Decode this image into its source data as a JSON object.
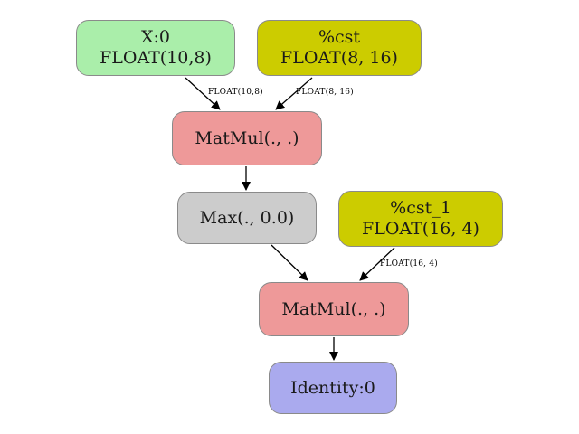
{
  "graph": {
    "nodes": [
      {
        "id": "x0",
        "lines": [
          "X:0",
          "FLOAT(10,8)"
        ],
        "color": "#aaeeaa"
      },
      {
        "id": "cst",
        "lines": [
          "%cst",
          "FLOAT(8, 16)"
        ],
        "color": "#cccc00"
      },
      {
        "id": "matmul1",
        "lines": [
          "MatMul(., .)"
        ],
        "color": "#ee9999"
      },
      {
        "id": "max",
        "lines": [
          "Max(., 0.0)"
        ],
        "color": "#cccccc"
      },
      {
        "id": "cst1",
        "lines": [
          "%cst_1",
          "FLOAT(16, 4)"
        ],
        "color": "#cccc00"
      },
      {
        "id": "matmul2",
        "lines": [
          "MatMul(., .)"
        ],
        "color": "#ee9999"
      },
      {
        "id": "identity",
        "lines": [
          "Identity:0"
        ],
        "color": "#aaaaee"
      }
    ],
    "edges": [
      {
        "from": "x0",
        "to": "matmul1",
        "label": "FLOAT(10,8)"
      },
      {
        "from": "cst",
        "to": "matmul1",
        "label": "FLOAT(8, 16)"
      },
      {
        "from": "matmul1",
        "to": "max",
        "label": ""
      },
      {
        "from": "max",
        "to": "matmul2",
        "label": ""
      },
      {
        "from": "cst1",
        "to": "matmul2",
        "label": "FLOAT(16, 4)"
      },
      {
        "from": "matmul2",
        "to": "identity",
        "label": ""
      }
    ]
  }
}
